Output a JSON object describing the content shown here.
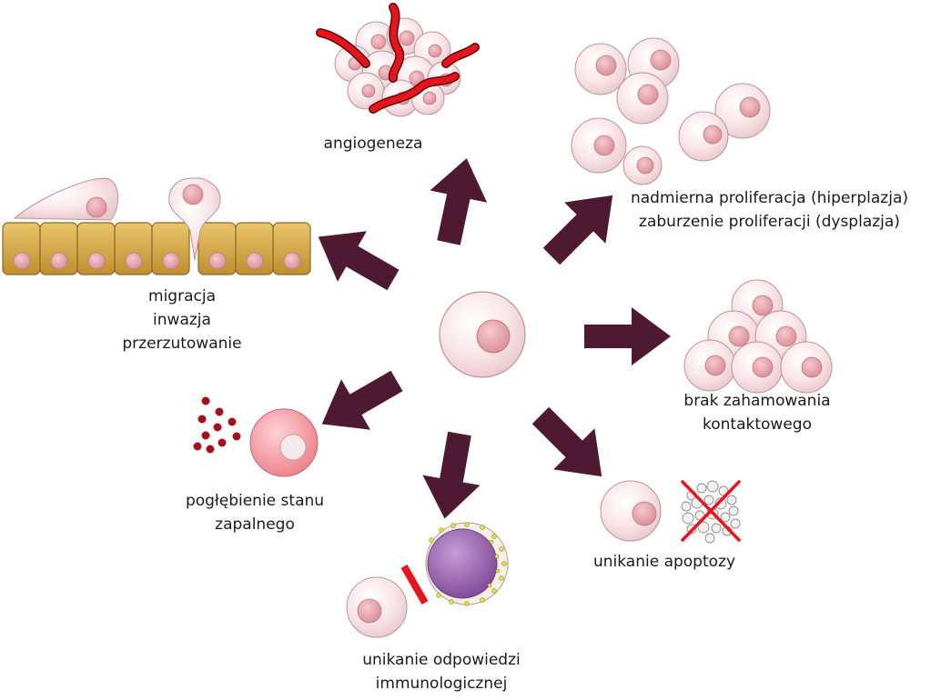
{
  "labels": {
    "angiogenesis": [
      "angiogeneza"
    ],
    "proliferation": [
      "nadmierna proliferacja (hiperplazja)",
      "zaburzenie proliferacji (dysplazja)"
    ],
    "contact_inhibition": [
      "brak zahamowania",
      "kontaktowego"
    ],
    "apoptosis": [
      "unikanie apoptozy"
    ],
    "immune": [
      "unikanie odpowiedzi",
      "immunologicznej"
    ],
    "inflammation": [
      "pogłębienie stanu",
      "zapalnego"
    ],
    "migration": [
      "migracja",
      "inwazja",
      "przerzutowanie"
    ]
  },
  "colors": {
    "arrow": "#4f1a31",
    "cell_fill": "#f7dfe2",
    "cell_stroke": "#b8959a",
    "nucleus": "#e7a9b0",
    "vessel": "#e8141c",
    "epithelium": "#d6aa4a",
    "inflamed_cell": "#f29aa2",
    "granule": "#a3121a",
    "immune_cell": "#9b68b0",
    "block_bar": "#e8141c"
  }
}
